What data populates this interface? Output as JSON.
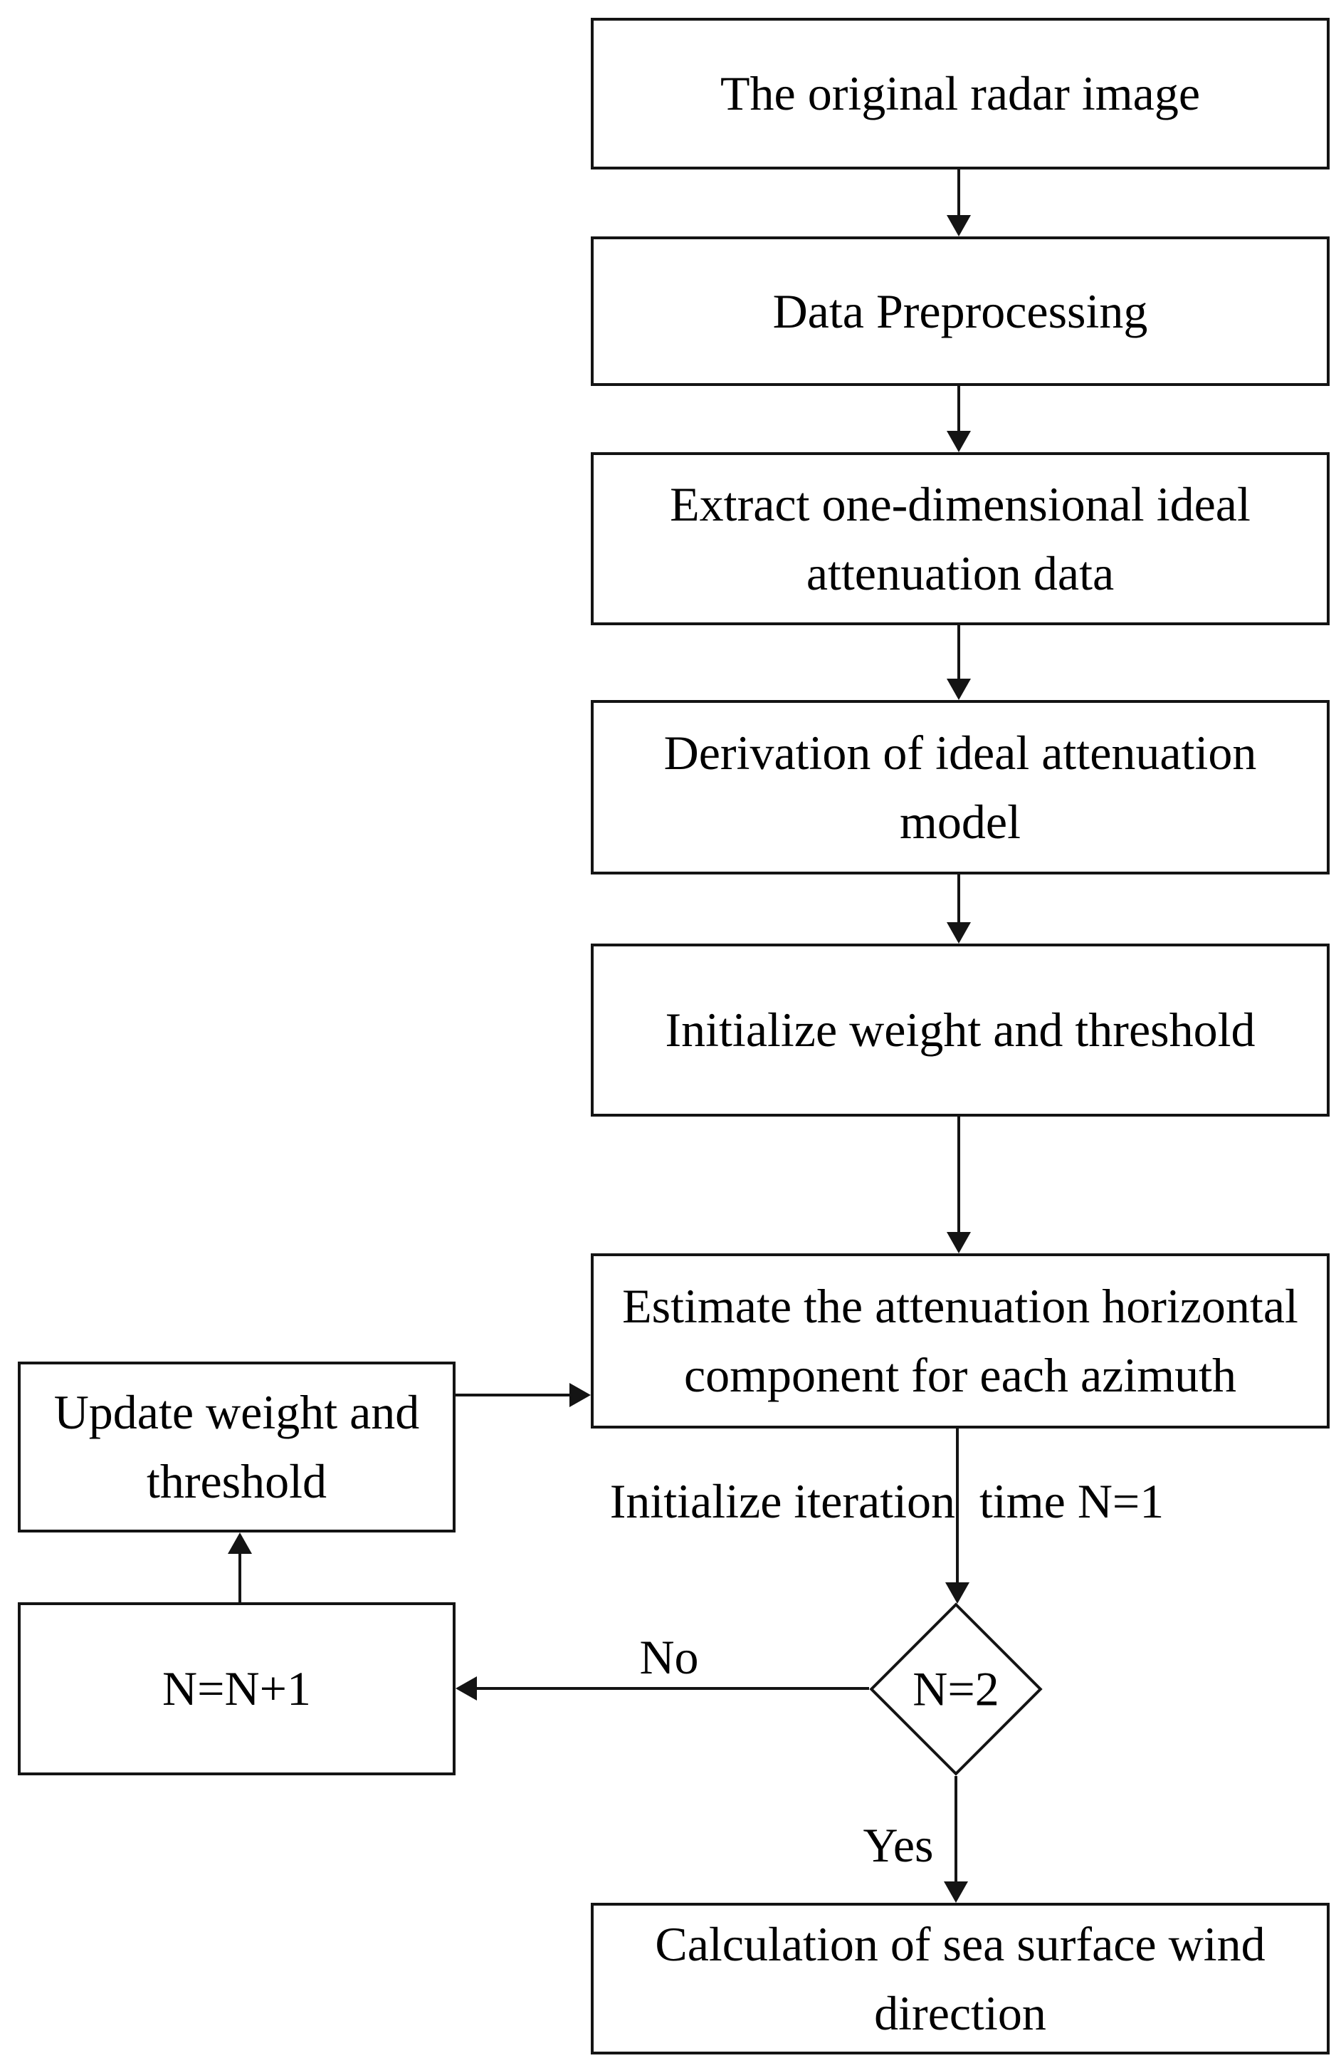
{
  "nodes": {
    "original_image": {
      "label": "The original radar image"
    },
    "preprocessing": {
      "label": "Data Preprocessing"
    },
    "extract": {
      "label": "Extract one-dimensional ideal attenuation data"
    },
    "derivation": {
      "label": "Derivation of ideal attenuation model"
    },
    "init_weight": {
      "label": "Initialize weight and threshold"
    },
    "estimate": {
      "label": "Estimate the attenuation horizontal component for each azimuth"
    },
    "update_weight": {
      "label": "Update weight and threshold"
    },
    "increment": {
      "label": "N=N+1"
    },
    "decision": {
      "label": "N=2"
    },
    "calculation": {
      "label": "Calculation of sea surface wind direction"
    }
  },
  "edge_labels": {
    "init_iteration": "Initialize iteration  time N=1",
    "no": "No",
    "yes": "Yes"
  },
  "colors": {
    "line": "#141414",
    "background": "#ffffff",
    "text": "#000000"
  }
}
